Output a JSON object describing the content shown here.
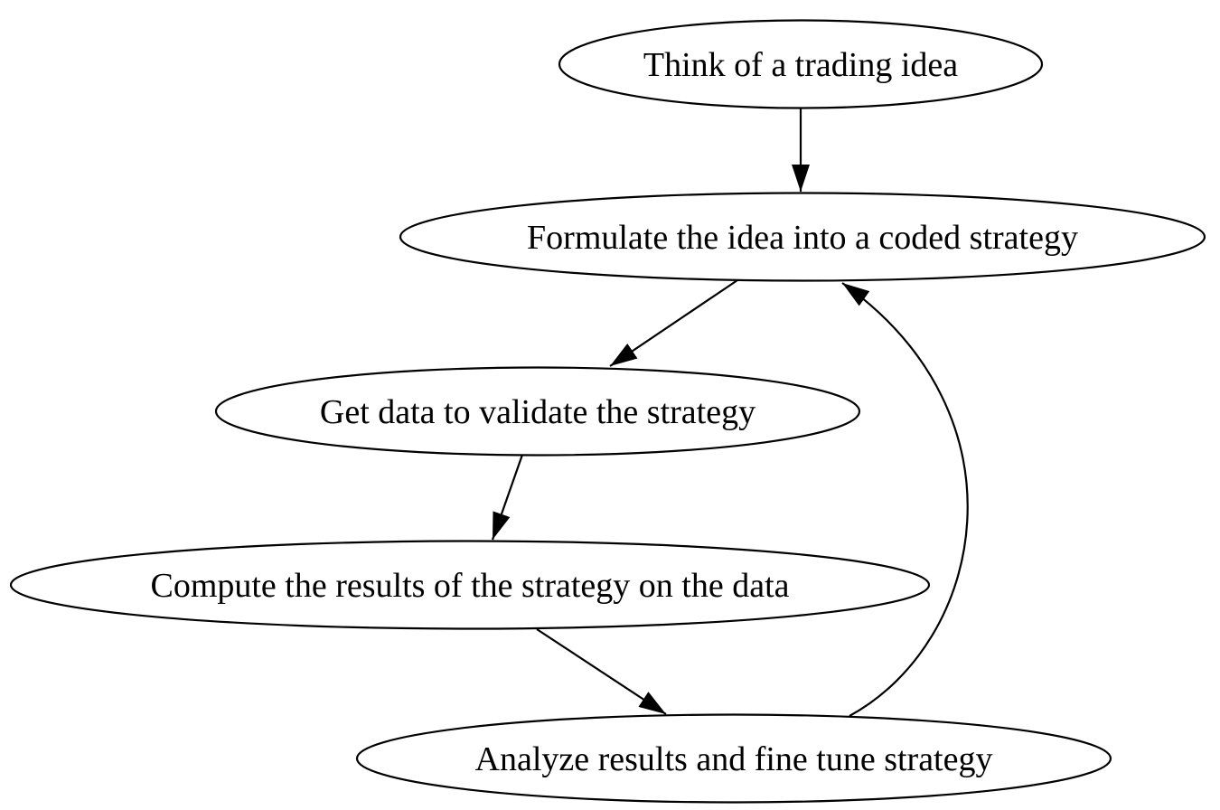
{
  "diagram": {
    "type": "flowchart",
    "background_color": "#ffffff",
    "node_fill_color": "#ffffff",
    "node_border_color": "#000000",
    "edge_color": "#000000",
    "text_color": "#000000",
    "nodes": [
      {
        "id": "think",
        "label": "Think of a trading idea"
      },
      {
        "id": "formulate",
        "label": "Formulate the idea into a coded strategy"
      },
      {
        "id": "getdata",
        "label": "Get data to validate the strategy"
      },
      {
        "id": "compute",
        "label": "Compute the results of the strategy on the data"
      },
      {
        "id": "analyze",
        "label": "Analyze results and fine tune strategy"
      }
    ],
    "edges": [
      {
        "from": "think",
        "to": "formulate"
      },
      {
        "from": "formulate",
        "to": "getdata"
      },
      {
        "from": "getdata",
        "to": "compute"
      },
      {
        "from": "compute",
        "to": "analyze"
      },
      {
        "from": "analyze",
        "to": "formulate"
      }
    ]
  }
}
